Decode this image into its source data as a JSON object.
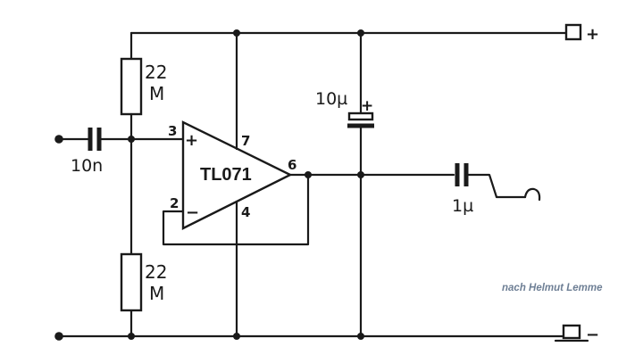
{
  "labels": {
    "r_top_value": "22",
    "r_top_unit": "M",
    "r_bottom_value": "22",
    "r_bottom_unit": "M",
    "c_in": "10n",
    "c_supply": "10µ",
    "c_supply_polarity": "+",
    "c_out": "1µ",
    "ic": "TL071",
    "pin_noninv": "3",
    "pin_inv": "2",
    "pin_vplus": "7",
    "pin_vminus": "4",
    "pin_out": "6",
    "sign_plus": "+",
    "sign_minus": "−",
    "supply_plus": "+",
    "supply_minus": "−",
    "credit": "nach Helmut Lemme"
  },
  "colors": {
    "ink": "#1a1a1a",
    "credit": "#6e7f95",
    "background": "#ffffff"
  }
}
